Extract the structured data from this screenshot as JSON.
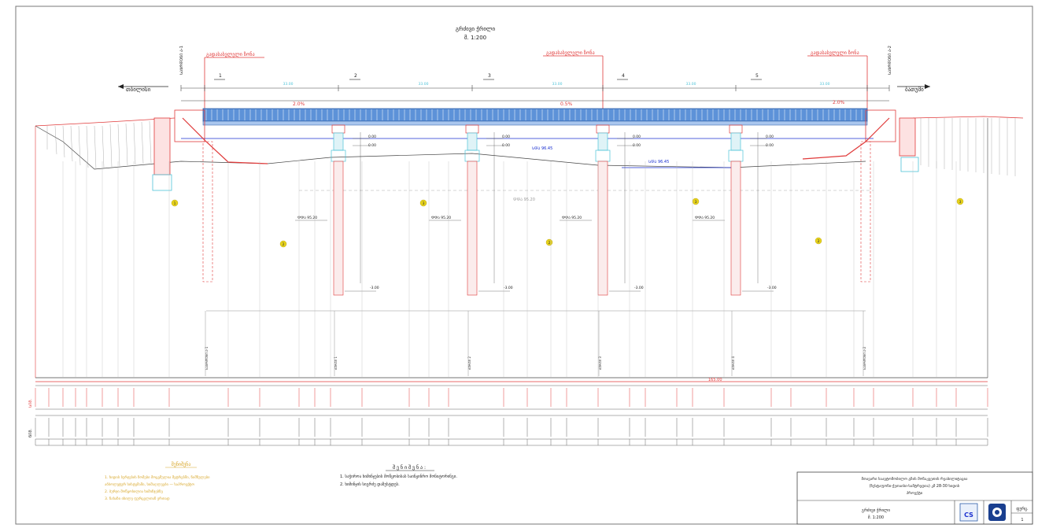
{
  "drawing": {
    "title": "გრძივი ჭრილი",
    "scale_top": "მ. 1:200",
    "direction_left": "თბილისი",
    "direction_right": "ბათუმი",
    "zone_label": "გადასასვლელი ზონა",
    "span_labels": [
      "1",
      "2",
      "3",
      "4",
      "5"
    ],
    "top_span_dims": [
      "33.00",
      "33.00",
      "33.00",
      "33.00",
      "33.00"
    ],
    "grade_left": "2.0%",
    "grade_mid": "0.5%",
    "grade_right": "2.0%",
    "bearing_a": "0.00",
    "bearing_b": "0.00",
    "pile_tip": "-3.00",
    "water_level": "ᲡᲓᲐ 96.45",
    "water_level2": "ᲡᲓᲐ 96.45",
    "ground_level": "ᲓᲓᲐ 95.20",
    "soil_markers": [
      "1",
      "2",
      "3",
      "2",
      "3",
      "2",
      "3",
      "1"
    ],
    "row_label_1": "ᲡᲘᲛ.",
    "row_label_2": "ᲜᲘᲨ.",
    "total_length": "165.00"
  },
  "notes_left": {
    "heading": "შენიშვნა",
    "lines": [
      "1. ხიდის ბურჯების ზომები მოცემულია მეტრებში, ნიშნულები",
      "   აბსოლუტურ სისტემაში, სიმაღლეები — საპროექტო",
      "2. ბურჯი მოწყობილია ხიმინჯებზე",
      "3. ნახაზი იხილე ფურცელთან ერთად"
    ]
  },
  "notes_center": {
    "heading": "შ ე ნ ი შ ვ ნ ა :",
    "lines": [
      "1. საჭიროა ხიმინჯების მოწყობისას საინჟინრო მონიტორინგი.",
      "2. ხიმინჯის სიგრძე დაზუსტდეს."
    ]
  },
  "title_block": {
    "project_lines": [
      "მთავარი საავტომობილო გზის მონაკვეთის რეაბილიტაცია",
      "(ზესტაფონი-ქუთაისი-სამტრედია) კმ 28-30 ხიდის",
      "პროექტი"
    ],
    "sheet_title": "გრძივი ჭრილი",
    "sheet_scale": "მ. 1:200",
    "company_code": "CS",
    "sheet_label": "ფურც.",
    "sheet_number": "1"
  },
  "colors": {
    "red": "#e03a3a",
    "blue": "#1a2fd0",
    "cyan": "#4ec3d8",
    "deck_blue": "#5d92d8",
    "yellow": "#d8a72a",
    "marker": "#e6d21a",
    "line": "#333333"
  }
}
